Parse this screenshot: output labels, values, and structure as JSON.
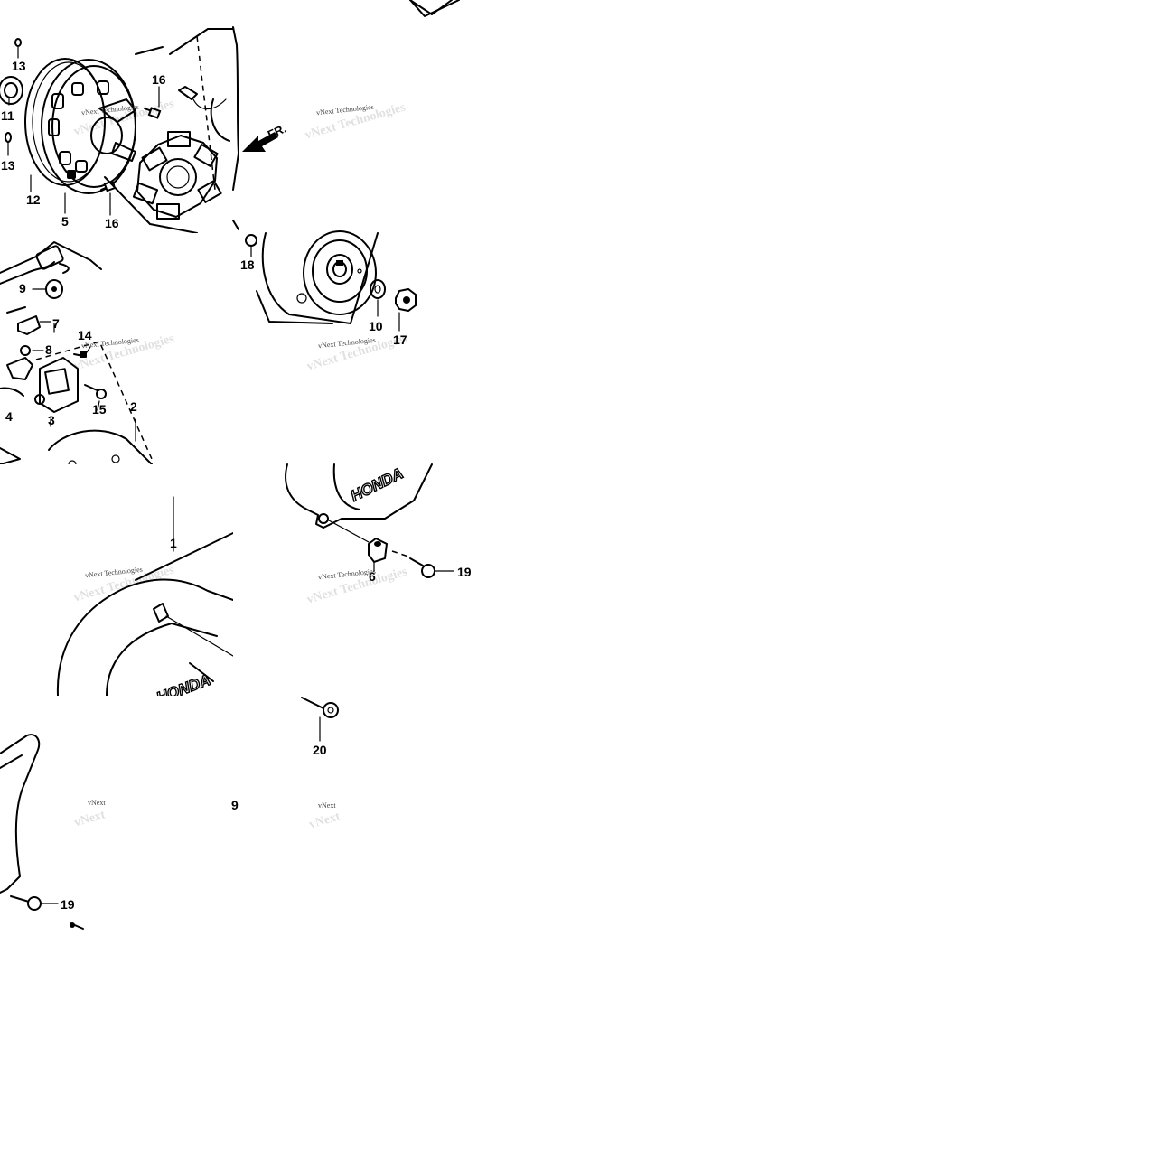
{
  "diagram": {
    "callouts": {
      "c1": "1",
      "c2": "2",
      "c3": "3",
      "c4": "4",
      "c5": "5",
      "c6": "6",
      "c7": "7",
      "c8": "8",
      "c9": "9",
      "c9b": "9",
      "c10": "10",
      "c11": "11",
      "c12": "12",
      "c13a": "13",
      "c13b": "13",
      "c14": "14",
      "c15": "15",
      "c16a": "16",
      "c16b": "16",
      "c17": "17",
      "c18": "18",
      "c19a": "19",
      "c19b": "19",
      "c20": "20"
    },
    "direction_marker": "FR.",
    "brand_mark": "HONDA",
    "watermark": {
      "full": "vNext Technologies",
      "short": "vNext"
    }
  }
}
